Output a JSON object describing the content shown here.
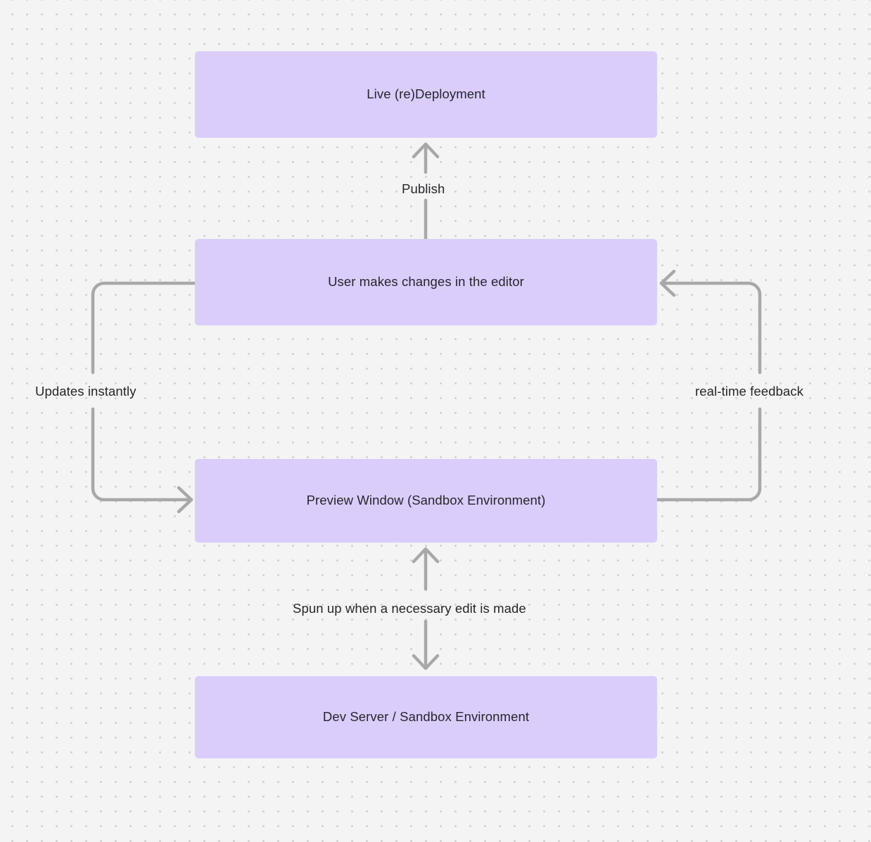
{
  "diagram": {
    "type": "flowchart",
    "background_color": "#f4f4f4",
    "grid_dot_color": "#d2d0d2",
    "node_fill_color": "#dacdfb",
    "edge_color": "#a8a8a8",
    "text_color": "#26262b",
    "nodes": [
      {
        "id": "live",
        "label": "Live (re)Deployment"
      },
      {
        "id": "user",
        "label": "User makes changes in the editor"
      },
      {
        "id": "preview",
        "label": "Preview Window (Sandbox Environment)"
      },
      {
        "id": "devserver",
        "label": "Dev Server / Sandbox Environment"
      }
    ],
    "edges": [
      {
        "id": "publish",
        "from": "user",
        "to": "live",
        "label": "Publish",
        "direction": "up"
      },
      {
        "id": "updates",
        "from": "user",
        "to": "preview",
        "label": "Updates instantly",
        "direction": "left-loop-down"
      },
      {
        "id": "realtime",
        "from": "preview",
        "to": "user",
        "label": "real-time feedback",
        "direction": "right-loop-up"
      },
      {
        "id": "spun",
        "from": "preview",
        "to": "devserver",
        "label": "Spun up when a necessary edit is made",
        "direction": "bidirectional"
      }
    ]
  }
}
